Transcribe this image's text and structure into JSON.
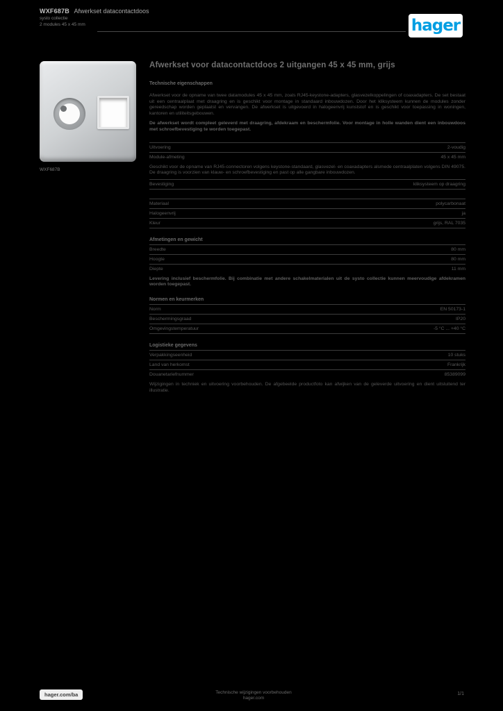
{
  "header": {
    "reference": "WXF687B",
    "short_name": "Afwerkset datacontactdoos",
    "subline1": "systo collectie",
    "subline2": "2 modules 45 x 45 mm",
    "logo_text": "hager",
    "logo_color": "#009ee2"
  },
  "product": {
    "caption": "WXF687B"
  },
  "main": {
    "title": "Afwerkset voor datacontactdoos 2 uitgangen 45 x 45 mm, grijs",
    "tech_heading": "Technische eigenschappen",
    "description": "Afwerkset voor de opname van twee datamodules 45 x 45 mm, zoals RJ45-keystone-adapters, glasvezelkoppelingen of coaxadapters. De set bestaat uit een centraalplaat met draagring en is geschikt voor montage in standaard inbouwdozen. Door het kliksysteem kunnen de modules zonder gereedschap worden geplaatst en vervangen. De afwerkset is uitgevoerd in halogeenvrij kunststof en is geschikt voor toepassing in woningen, kantoren en utiliteitsgebouwen.",
    "note": "De afwerkset wordt compleet geleverd met draagring, afdekraam en beschermfolie. Voor montage in holle wanden dient een inbouwdoos met schroefbevestiging te worden toegepast.",
    "sections": [
      {
        "heading": null,
        "items": [
          {
            "type": "row",
            "label": "Uitvoering",
            "value": "2-voudig"
          },
          {
            "type": "row",
            "label": "Module-afmeting",
            "value": "45 x 45 mm"
          },
          {
            "type": "note",
            "bold": false,
            "text": "Geschikt voor de opname van RJ45-connectoren volgens keystone-standaard, glasvezel- en coaxadapters alsmede centraalplaten volgens DIN 49075. De draagring is voorzien van klauw- en schroefbevestiging en past op alle gangbare inbouwdozen."
          },
          {
            "type": "row",
            "label": "Bevestiging",
            "value": "kliksysteem op draagring"
          }
        ]
      },
      {
        "heading": null,
        "items": [
          {
            "type": "row",
            "label": "Materiaal",
            "value": "polycarbonaat"
          },
          {
            "type": "row",
            "label": "Halogeenvrij",
            "value": "ja"
          },
          {
            "type": "row",
            "label": "Kleur",
            "value": "grijs, RAL 7035"
          }
        ]
      },
      {
        "heading": "Afmetingen en gewicht",
        "items": [
          {
            "type": "row",
            "label": "Breedte",
            "value": "80 mm"
          },
          {
            "type": "row",
            "label": "Hoogte",
            "value": "80 mm"
          },
          {
            "type": "row",
            "label": "Diepte",
            "value": "11 mm"
          },
          {
            "type": "note",
            "bold": true,
            "text": "Levering inclusief beschermfolie. Bij combinatie met andere schakelmaterialen uit de systo collectie kunnen meervoudige afdekramen worden toegepast."
          }
        ]
      },
      {
        "heading": "Normen en keurmerken",
        "items": [
          {
            "type": "row",
            "label": "Norm",
            "value": "EN 50173-1"
          },
          {
            "type": "row",
            "label": "Beschermingsgraad",
            "value": "IP20"
          },
          {
            "type": "row",
            "label": "Omgevingstemperatuur",
            "value": "-5 °C ... +40 °C"
          }
        ]
      },
      {
        "heading": "Logistieke gegevens",
        "items": [
          {
            "type": "row",
            "label": "Verpakkingseenheid",
            "value": "10 stuks"
          },
          {
            "type": "row",
            "label": "Land van herkomst",
            "value": "Frankrijk"
          },
          {
            "type": "row",
            "label": "Douanetariefnummer",
            "value": "85389099"
          },
          {
            "type": "note",
            "bold": false,
            "text": "Wijzigingen in techniek en uitvoering voorbehouden. De afgebeelde productfoto kan afwijken van de geleverde uitvoering en dient uitsluitend ter illustratie."
          }
        ]
      }
    ]
  },
  "footer": {
    "url": "hager.com/ba",
    "center1": "Technische wijzigingen voorbehouden",
    "center2": "hager.com",
    "page": "1/1"
  }
}
